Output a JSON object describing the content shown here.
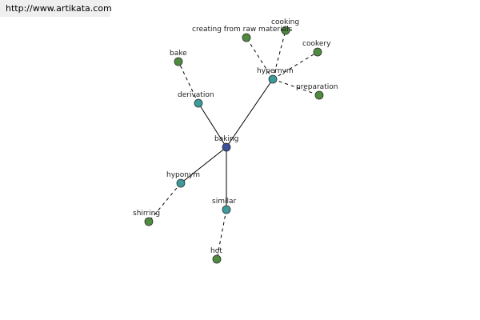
{
  "watermark": {
    "text": "http://www.artikata.com"
  },
  "colors": {
    "center": "#3b4f9b",
    "relation": "#3d9b9b",
    "word": "#4e8b3f",
    "edge": "#000000"
  },
  "graph": {
    "center": {
      "id": "baking",
      "label": "baking"
    },
    "relations": [
      {
        "id": "hypernym",
        "label": "hypernym"
      },
      {
        "id": "derivation",
        "label": "derivation"
      },
      {
        "id": "hyponym",
        "label": "hyponym"
      },
      {
        "id": "similar",
        "label": "similar"
      }
    ],
    "words": [
      {
        "id": "cooking",
        "label": "cooking",
        "relation": "hypernym"
      },
      {
        "id": "creating",
        "label": "creating from raw materials",
        "relation": "hypernym"
      },
      {
        "id": "cookery",
        "label": "cookery",
        "relation": "hypernym"
      },
      {
        "id": "preparation",
        "label": "preparation",
        "relation": "hypernym"
      },
      {
        "id": "bake",
        "label": "bake",
        "relation": "derivation"
      },
      {
        "id": "shirring",
        "label": "shirring",
        "relation": "hyponym"
      },
      {
        "id": "hot",
        "label": "hot",
        "relation": "similar"
      }
    ]
  }
}
